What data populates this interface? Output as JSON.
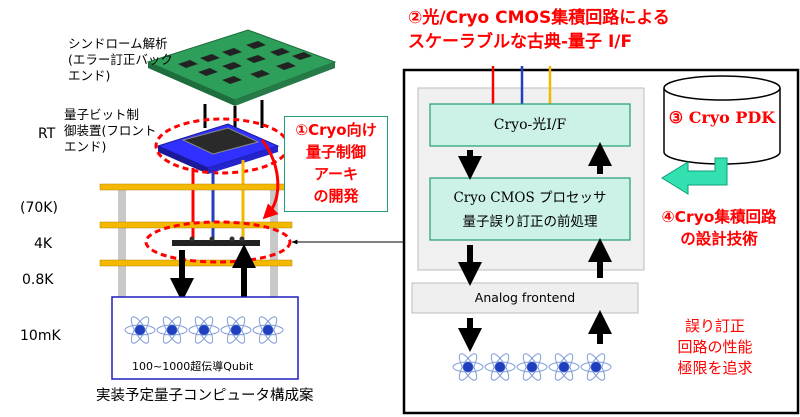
{
  "left": {
    "pcb_label": "シンドローム解析\n(エラー訂正バック\nエンド)",
    "chip_label": "量子ビット制\n御装置(フロント\nエンド)",
    "temps": [
      "RT",
      "(70K)",
      "4K",
      "0.8K",
      "10mK"
    ],
    "qubit_label": "100~1000超伝導Qubit",
    "caption": "実装予定量子コンピュータ構成案",
    "callout_1": "①Cryo向け\n量子制御\nアーキ\nの開発"
  },
  "right": {
    "title": "②光/Cryo CMOS集積回路による\nスケーラブルな古典-量子 I/F",
    "box_io": "Cryo-光I/F",
    "box_cmos_l1": "Cryo CMOS プロセッサ",
    "box_cmos_l2": "量子誤り訂正の前処理",
    "box_analog": "Analog frontend",
    "pdk": "③ Cryo PDK",
    "tech": "④Cryo集積回路\nの設計技術",
    "limits": "誤り訂正\n回路の性能\n極限を追求"
  },
  "colors": {
    "accent_red": "#ff0000",
    "box_green": "#ccf2e8",
    "box_border": "#1f9d78",
    "panel_gray": "#f0f0f0",
    "pcb_green": "#2e9f5a",
    "chip_blue": "#3030ff",
    "rail_yellow": "#f5b800",
    "arrow_green": "#33e0b0",
    "qubit_blue": "#1f3fbf"
  }
}
